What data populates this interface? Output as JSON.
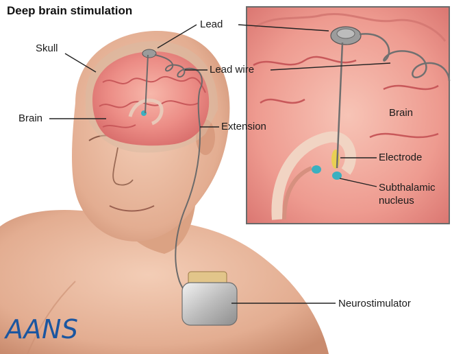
{
  "title": "Deep brain stimulation",
  "labels": {
    "lead": "Lead",
    "skull": "Skull",
    "lead_wire": "Lead wire",
    "brain_left": "Brain",
    "extension": "Extension",
    "brain_inset": "Brain",
    "electrode": "Electrode",
    "subthalamic_1": "Subthalamic",
    "subthalamic_2": "nucleus",
    "neurostimulator": "Neurostimulator"
  },
  "watermark": "AANS",
  "colors": {
    "skin": "#e6b79c",
    "brain": "#e88d86",
    "inset_border": "#6a6a6a",
    "watermark": "#1b56a0"
  }
}
